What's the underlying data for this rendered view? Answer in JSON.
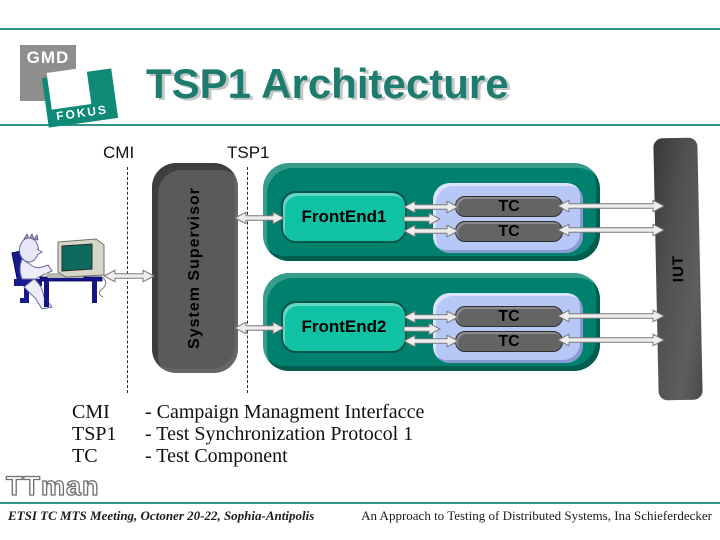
{
  "header": {
    "title": "TSP1 Architecture",
    "logo_gmd": "GMD",
    "logo_fokus": "FOKUS"
  },
  "diagram": {
    "cmi_label": "CMI",
    "tsp1_label": "TSP1",
    "system_supervisor": "System Supervisor",
    "frontend1": "FrontEnd1",
    "frontend2": "FrontEnd2",
    "tc": "TC",
    "iut": "IUT"
  },
  "legend": {
    "rows": [
      {
        "term": "CMI",
        "definition": "- Campaign Managment Interfacce"
      },
      {
        "term": "TSP1",
        "definition": "- Test Synchronization Protocol 1"
      },
      {
        "term": "TC",
        "definition": "- Test Component"
      }
    ]
  },
  "ttman": "TTman",
  "footer": {
    "left": "ETSI TC MTS Meeting, Octoner 20-22, Sophia-Antipolis",
    "right": "An Approach to  Testing of Distributed Systems, Ina Schieferdecker"
  },
  "colors": {
    "title_teal": "#1d7c6e",
    "rule_teal": "#2f9589",
    "container_teal": "#00816e",
    "frontend_teal": "#10c2a4",
    "periwinkle": "#b7c8f7",
    "block_gray": "#5a5a5a"
  }
}
